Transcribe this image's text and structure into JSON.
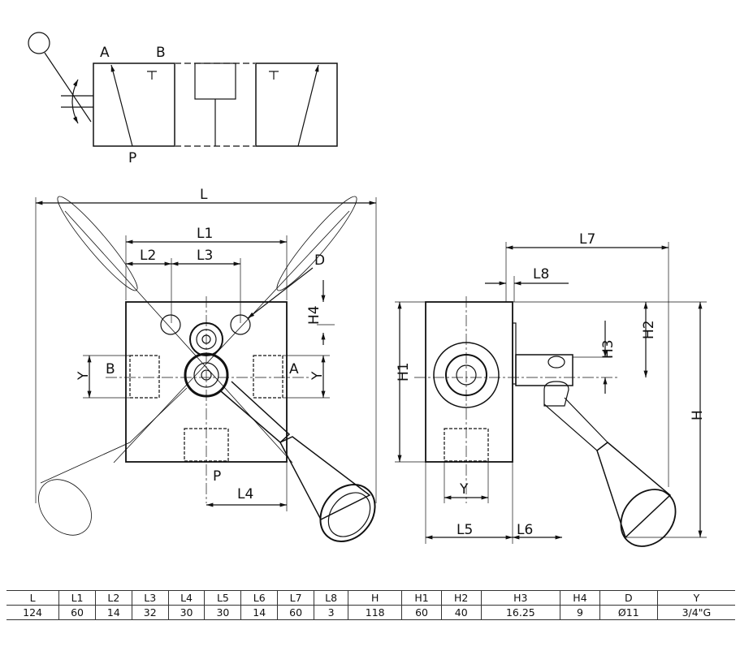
{
  "symbol": {
    "port_a": "A",
    "port_b": "B",
    "port_p": "P"
  },
  "front_view": {
    "labels": {
      "L": "L",
      "L1": "L1",
      "L2": "L2",
      "L3": "L3",
      "L4": "L4",
      "D": "D",
      "H4": "H4",
      "Y_left": "Y",
      "Y_right": "Y",
      "B": "B",
      "A": "A",
      "P": "P"
    }
  },
  "side_view": {
    "labels": {
      "L7": "L7",
      "L8": "L8",
      "H1": "H1",
      "H2": "H2",
      "H3": "H3",
      "H": "H",
      "Y": "Y",
      "L5": "L5",
      "L6": "L6"
    }
  },
  "dimension_table": {
    "headers": [
      "L",
      "L1",
      "L2",
      "L3",
      "L4",
      "L5",
      "L6",
      "L7",
      "L8",
      "H",
      "H1",
      "H2",
      "H3",
      "H4",
      "D",
      "Y"
    ],
    "values": [
      "124",
      "60",
      "14",
      "32",
      "30",
      "30",
      "14",
      "60",
      "3",
      "118",
      "60",
      "40",
      "16.25",
      "9",
      "Ø11",
      "3/4\"G"
    ]
  }
}
